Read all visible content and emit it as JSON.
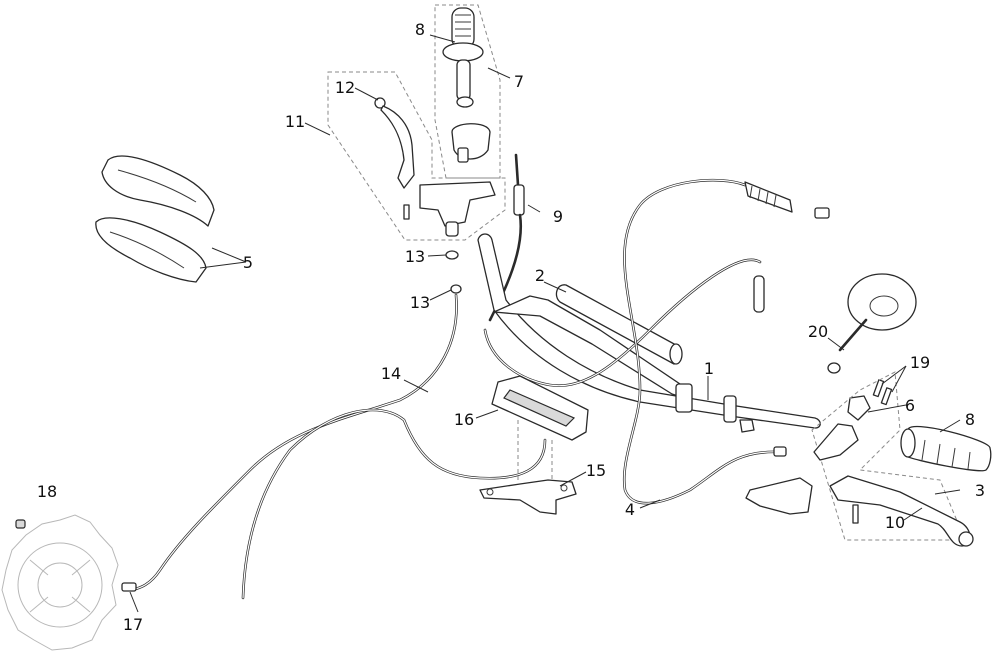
{
  "callouts": [
    {
      "id": "1",
      "label": "1"
    },
    {
      "id": "2",
      "label": "2"
    },
    {
      "id": "3",
      "label": "3"
    },
    {
      "id": "4",
      "label": "4"
    },
    {
      "id": "5",
      "label": "5"
    },
    {
      "id": "6",
      "label": "6"
    },
    {
      "id": "7",
      "label": "7"
    },
    {
      "id": "8a",
      "label": "8"
    },
    {
      "id": "8b",
      "label": "8"
    },
    {
      "id": "9",
      "label": "9"
    },
    {
      "id": "10",
      "label": "10"
    },
    {
      "id": "11",
      "label": "11"
    },
    {
      "id": "12",
      "label": "12"
    },
    {
      "id": "13a",
      "label": "13"
    },
    {
      "id": "13b",
      "label": "13"
    },
    {
      "id": "14",
      "label": "14"
    },
    {
      "id": "15",
      "label": "15"
    },
    {
      "id": "16",
      "label": "16"
    },
    {
      "id": "17",
      "label": "17"
    },
    {
      "id": "18",
      "label": "18"
    },
    {
      "id": "19",
      "label": "19"
    },
    {
      "id": "20",
      "label": "20"
    }
  ]
}
